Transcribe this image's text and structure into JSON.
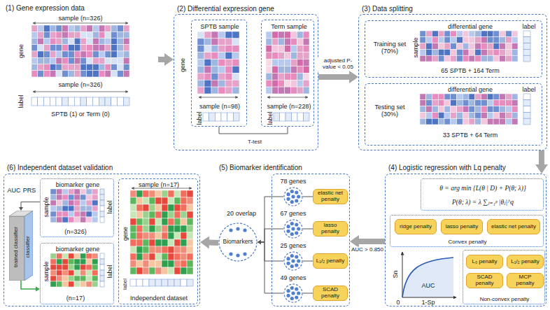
{
  "diagram": {
    "nodes": [
      {
        "text": [
          "(1) Gene expression data",
          "sample (n=326)",
          "gene",
          "sample (n=326)",
          "label",
          "SPTB (1) or Term (0)"
        ]
      },
      {
        "text": [
          "(2) Differential expression gene",
          "gene"
        ]
      },
      {
        "text": [
          "SPTB sample",
          "sample (n=98)",
          "label"
        ],
        "in": 1
      },
      {
        "text": [
          "Term sample",
          "sample (n=228)",
          "label"
        ],
        "in": 1
      },
      {
        "text": [
          "(3) Data splitting"
        ]
      },
      {
        "text": [
          "Training set (70%)",
          "differential gene",
          "label",
          "sample",
          "65 SPTB + 164 Term"
        ],
        "in": 4
      },
      {
        "text": [
          "Testing set (30%)",
          "differential gene",
          "label",
          "33 SPTB + 64 Term"
        ],
        "in": 4
      },
      {
        "text": [
          "(4) Logistic regression with Lq penalty"
        ]
      },
      {
        "text": [
          "θ = arg min {L(θ | D) + P(θ; λ)}",
          "P(θ; λ) = λ ∑ⱼ₌₁ᵖ |θⱼ|^q"
        ],
        "in": 7
      },
      {
        "text": [
          "Convex penalty"
        ],
        "in": 7
      },
      {
        "text": [
          "ridge penalty"
        ],
        "in": 9
      },
      {
        "text": [
          "lasso penalty"
        ],
        "in": 9
      },
      {
        "text": [
          "elastic net penalty"
        ],
        "in": 9
      },
      {
        "text": [
          "Non-convex penalty"
        ],
        "in": 7
      },
      {
        "text": [
          "L₀ penalty"
        ],
        "in": 13
      },
      {
        "text": [
          "L₁/₂ penalty"
        ],
        "in": 13
      },
      {
        "text": [
          "SCAD penalty"
        ],
        "in": 13
      },
      {
        "text": [
          "MCP penalty"
        ],
        "in": 13
      },
      {
        "text": [
          "(5) Biomarker identification"
        ]
      },
      {
        "text": [
          "78 genes"
        ],
        "in": 18
      },
      {
        "text": [
          "elastic net penalty"
        ],
        "in": 18
      },
      {
        "text": [
          "67 genes"
        ],
        "in": 18
      },
      {
        "text": [
          "lasso penalty"
        ],
        "in": 18
      },
      {
        "text": [
          "25 genes"
        ],
        "in": 18
      },
      {
        "text": [
          "L₁/₂ penalty"
        ],
        "in": 18
      },
      {
        "text": [
          "49 genes"
        ],
        "in": 18
      },
      {
        "text": [
          "SCAD penalty"
        ],
        "in": 18
      },
      {
        "text": [
          "Biomarkers"
        ]
      },
      {
        "text": [
          "(6) Independent dataset validation"
        ]
      },
      {
        "text": [
          "biomarker gene",
          "label",
          "sample",
          "(n=326)"
        ],
        "in": 28
      },
      {
        "text": [
          "biomarker gene",
          "label",
          "sample",
          "(n=17)"
        ],
        "in": 28
      },
      {
        "text": [
          "sample (n=17)",
          "gene",
          "label",
          "Independent dataset"
        ],
        "in": 28
      },
      {
        "text": [
          "trained classifier",
          "classifier"
        ],
        "in": 28
      }
    ],
    "edges": [
      {
        "from": 0,
        "to": 1,
        "arrow": "to"
      },
      {
        "from": 1,
        "to": 4,
        "arrow": "to",
        "label": "adjusted P-value < 0.05"
      },
      {
        "from": 2,
        "to": 3,
        "arrow": "none",
        "label": "T-test"
      },
      {
        "from": 4,
        "to": 7,
        "arrow": "to"
      },
      {
        "from": 7,
        "to": 18,
        "arrow": "to",
        "label": "AUC > 0.850"
      },
      {
        "from": 20,
        "to": 19,
        "arrow": "none"
      },
      {
        "from": 22,
        "to": 21,
        "arrow": "none"
      },
      {
        "from": 24,
        "to": 23,
        "arrow": "none"
      },
      {
        "from": 26,
        "to": 25,
        "arrow": "none"
      },
      {
        "from": 19,
        "to": 27,
        "arrow": "to"
      },
      {
        "from": 21,
        "to": 27,
        "arrow": "to"
      },
      {
        "from": 23,
        "to": 27,
        "arrow": "to"
      },
      {
        "from": 25,
        "to": 27,
        "arrow": "to"
      },
      {
        "from": 27,
        "to": 28,
        "arrow": "to"
      },
      {
        "from": 29,
        "to": 32,
        "arrow": "to"
      },
      {
        "from": 32,
        "to": 30,
        "arrow": "to"
      }
    ],
    "labels": [
      "20 overlap",
      "Sn",
      "0",
      "1-Sp",
      "AUC",
      "AUC",
      "PRS"
    ]
  }
}
